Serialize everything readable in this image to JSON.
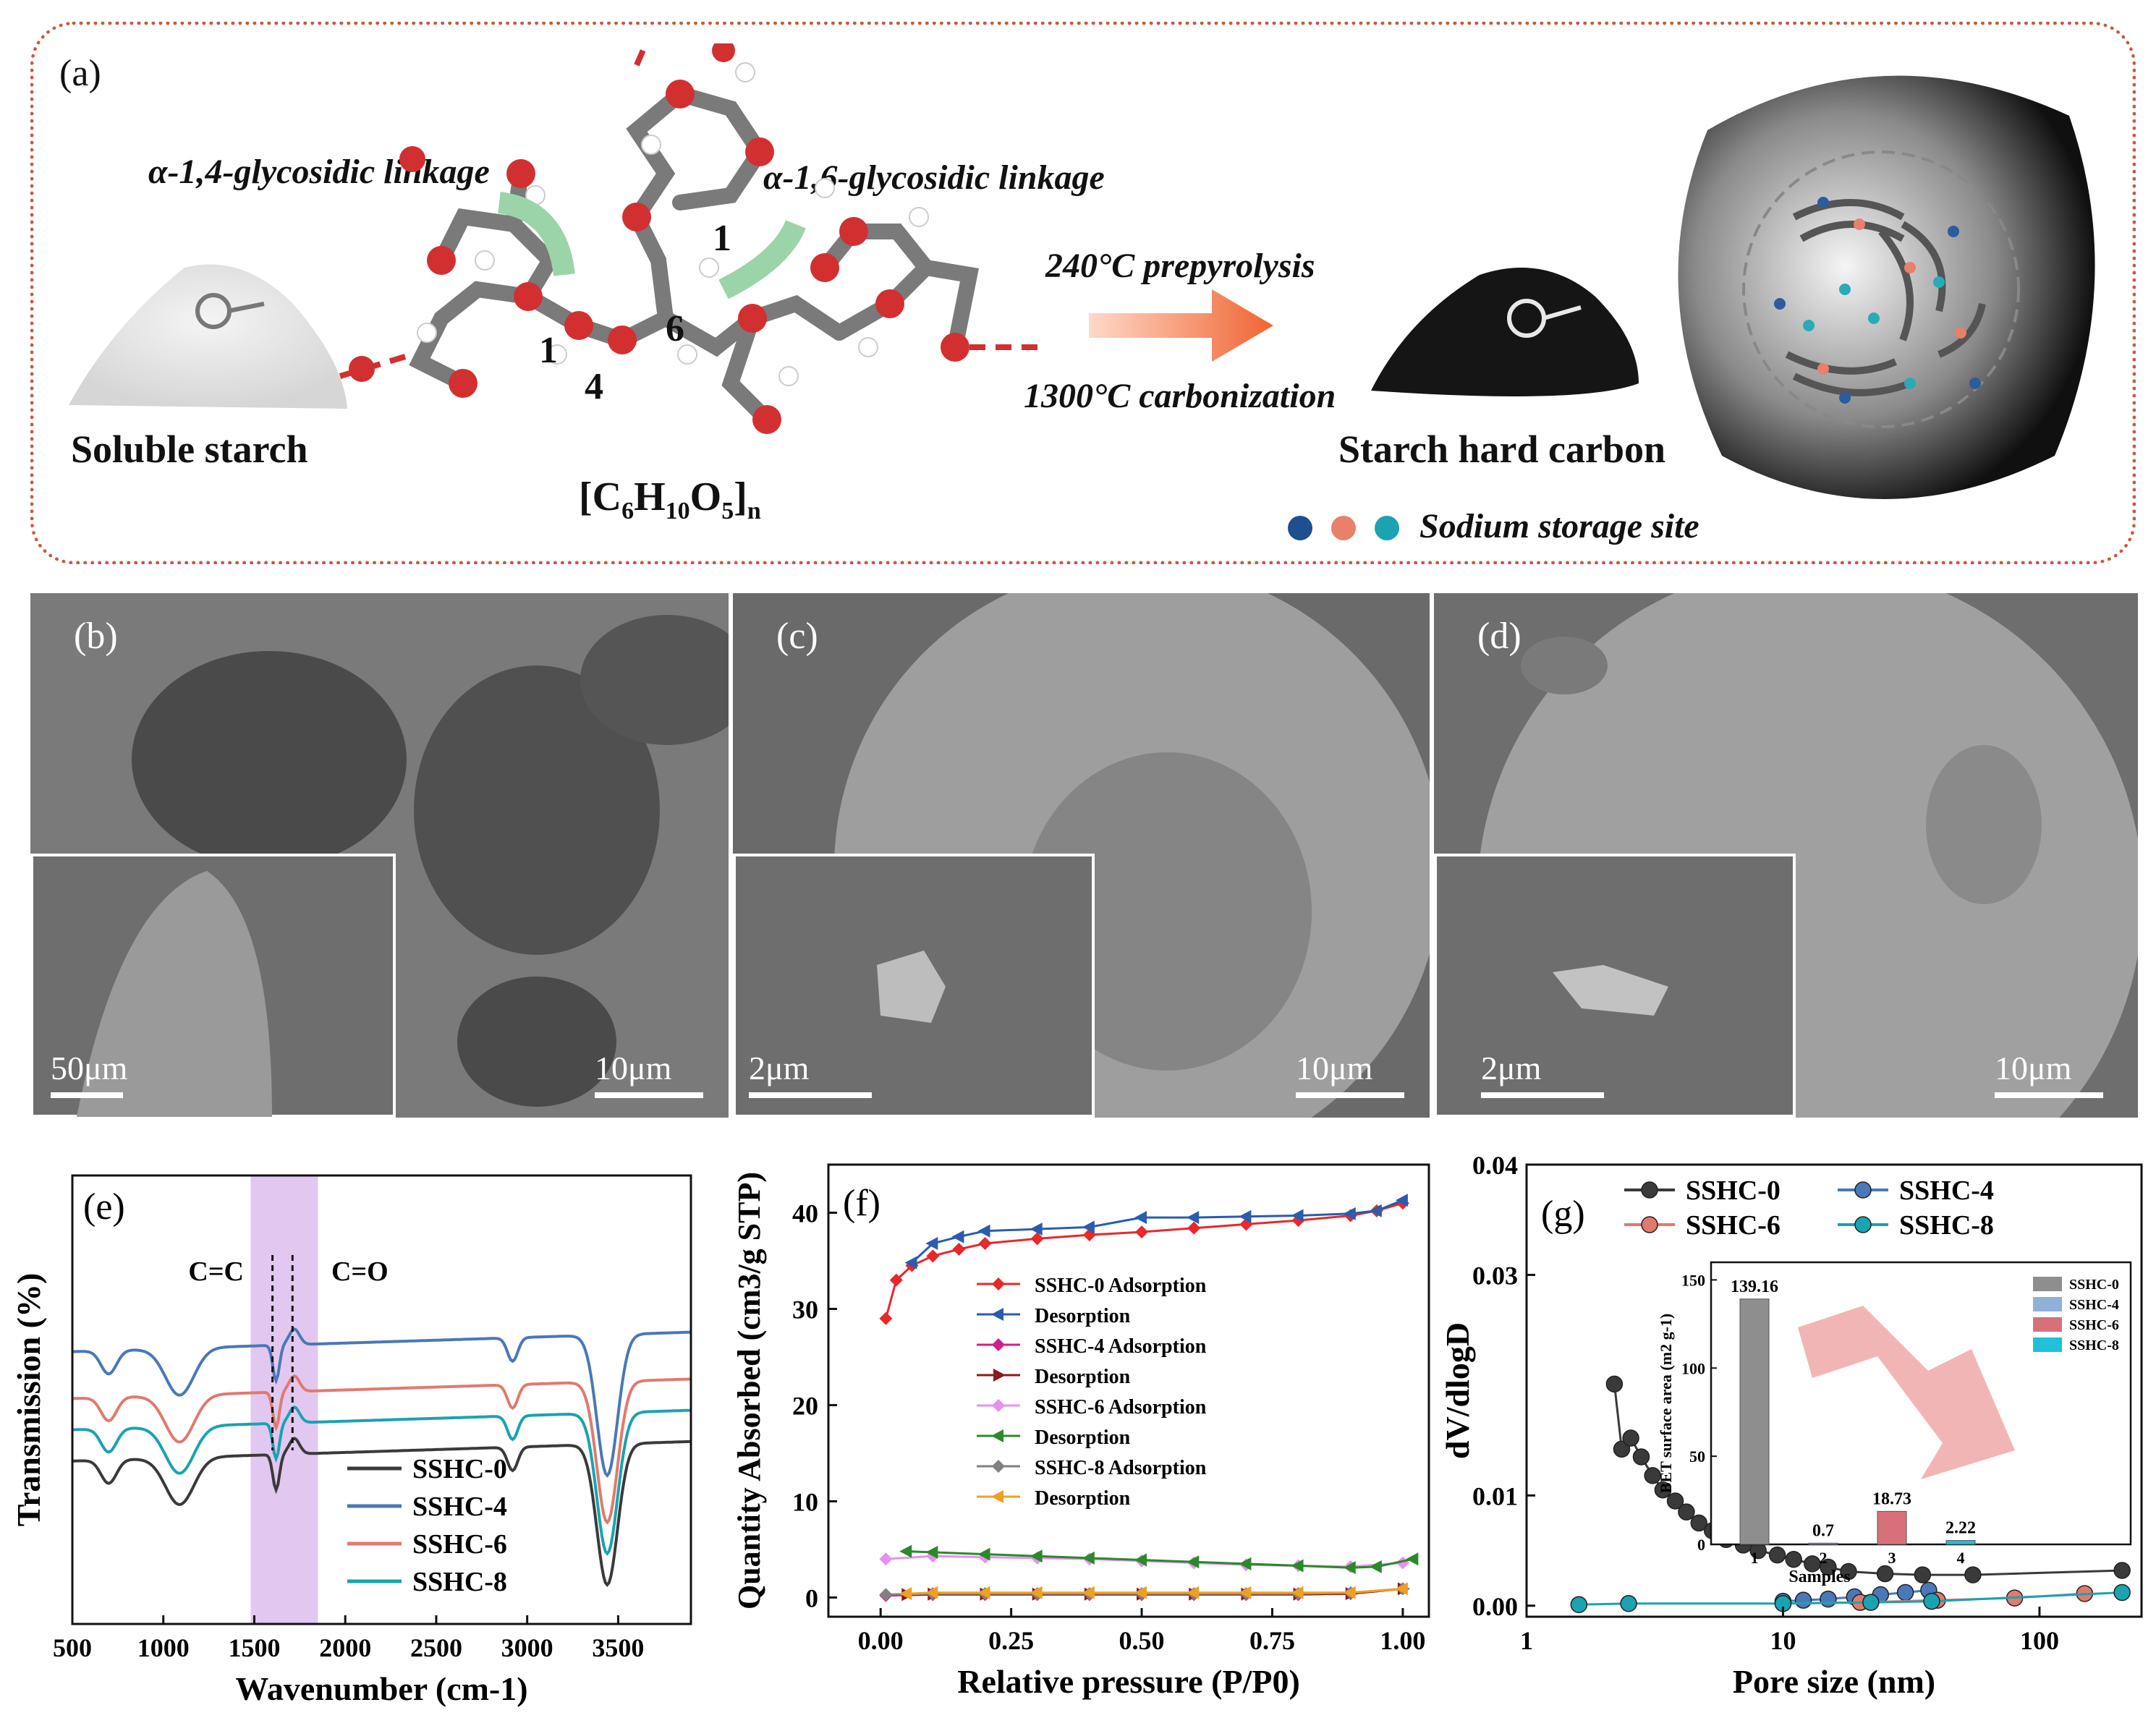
{
  "panel_a": {
    "label": "(a)",
    "alpha14": "α-1,4-glycosidic linkage",
    "alpha16": "α-1,6-glycosidic linkage",
    "starch_left": "Soluble starch",
    "formula_main": "[C",
    "formula_6": "6",
    "formula_h": "H",
    "formula_10": "10",
    "formula_o": "O",
    "formula_5": "5",
    "formula_end": "]",
    "formula_n": "n",
    "step1": "240°C prepyrolysis",
    "step2": "1300°C carbonization",
    "starch_right": "Starch hard carbon",
    "legend": "Sodium storage site",
    "num1a": "1",
    "num4": "4",
    "num6": "6",
    "num1b": "1"
  },
  "panel_b": {
    "label": "(b)",
    "inset_scale": "50μm",
    "main_scale": "10μm"
  },
  "panel_c": {
    "label": "(c)",
    "inset_scale": "2μm",
    "main_scale": "10μm"
  },
  "panel_d": {
    "label": "(d)",
    "inset_scale": "2μm",
    "main_scale": "10μm"
  },
  "chart_data": [
    {
      "panel": "(e)",
      "type": "line",
      "xlabel": "Wavenumber (cm-1)",
      "ylabel": "Transmission (%)",
      "xlim": [
        500,
        3900
      ],
      "xticks": [
        "500",
        "1000",
        "1500",
        "2000",
        "2500",
        "3000",
        "3500"
      ],
      "annotations": [
        "C=C",
        "C=O"
      ],
      "highlight_range": [
        1480,
        1850
      ],
      "series": [
        {
          "name": "SSHC-0",
          "color": "#3a3a3a"
        },
        {
          "name": "SSHC-4",
          "color": "#4a78b8"
        },
        {
          "name": "SSHC-6",
          "color": "#e07a6e"
        },
        {
          "name": "SSHC-8",
          "color": "#1aa3b0"
        }
      ]
    },
    {
      "panel": "(f)",
      "type": "line",
      "xlabel": "Relative pressure (P/P0)",
      "ylabel": "Quantity Absorbed (cm3/g STP)",
      "xlim": [
        -0.1,
        1.05
      ],
      "ylim": [
        -2,
        45
      ],
      "xticks": [
        "0.00",
        "0.25",
        "0.50",
        "0.75",
        "1.00"
      ],
      "yticks": [
        "0",
        "10",
        "20",
        "30",
        "40"
      ],
      "series": [
        {
          "name": "SSHC-0 Adsorption",
          "color": "#e8282a",
          "x": [
            0.01,
            0.03,
            0.06,
            0.1,
            0.15,
            0.2,
            0.3,
            0.4,
            0.5,
            0.6,
            0.7,
            0.8,
            0.9,
            0.95,
            1.0
          ],
          "y": [
            29,
            33,
            34.5,
            35.5,
            36.2,
            36.8,
            37.3,
            37.7,
            38,
            38.4,
            38.8,
            39.2,
            39.7,
            40.2,
            41
          ]
        },
        {
          "name": "Desorption",
          "color": "#2a5cb0",
          "x": [
            1.0,
            0.95,
            0.9,
            0.8,
            0.7,
            0.6,
            0.5,
            0.4,
            0.3,
            0.2,
            0.15,
            0.1,
            0.06
          ],
          "y": [
            41.3,
            40.2,
            39.9,
            39.7,
            39.6,
            39.5,
            39.5,
            38.5,
            38.3,
            38.1,
            37.5,
            36.8,
            34.8
          ]
        },
        {
          "name": "SSHC-4 Adsorption",
          "color": "#d0208a",
          "x": [
            0.01,
            0.1,
            0.2,
            0.3,
            0.4,
            0.5,
            0.6,
            0.7,
            0.8,
            0.9,
            1.0
          ],
          "y": [
            0.2,
            0.3,
            0.3,
            0.3,
            0.3,
            0.3,
            0.3,
            0.3,
            0.3,
            0.4,
            0.9
          ]
        },
        {
          "name": "Desorption",
          "color": "#8b1a1a",
          "x": [
            1.0,
            0.9,
            0.8,
            0.7,
            0.6,
            0.5,
            0.4,
            0.3,
            0.2,
            0.1,
            0.05
          ],
          "y": [
            0.9,
            0.4,
            0.35,
            0.35,
            0.35,
            0.35,
            0.35,
            0.35,
            0.35,
            0.35,
            0.3
          ]
        },
        {
          "name": "SSHC-6 Adsorption",
          "color": "#e890f0",
          "x": [
            0.01,
            0.1,
            0.2,
            0.3,
            0.4,
            0.5,
            0.6,
            0.7,
            0.8,
            0.9,
            1.0
          ],
          "y": [
            4,
            4.3,
            4.2,
            4.1,
            4,
            3.8,
            3.6,
            3.4,
            3.3,
            3.2,
            3.6
          ]
        },
        {
          "name": "Desorption",
          "color": "#2a8a2a",
          "x": [
            1.02,
            0.95,
            0.9,
            0.8,
            0.7,
            0.6,
            0.5,
            0.4,
            0.3,
            0.2,
            0.1,
            0.05
          ],
          "y": [
            4,
            3.2,
            3.1,
            3.3,
            3.5,
            3.7,
            3.9,
            4.1,
            4.3,
            4.5,
            4.7,
            4.8
          ]
        },
        {
          "name": "SSHC-8 Adsorption",
          "color": "#808080",
          "x": [
            0.01,
            0.1,
            0.2,
            0.3,
            0.4,
            0.5,
            0.6,
            0.7,
            0.8,
            0.9,
            1.0
          ],
          "y": [
            0.3,
            0.4,
            0.4,
            0.4,
            0.4,
            0.4,
            0.4,
            0.4,
            0.4,
            0.5,
            0.9
          ]
        },
        {
          "name": "Desorption",
          "color": "#f0a020",
          "x": [
            1.0,
            0.9,
            0.8,
            0.7,
            0.6,
            0.5,
            0.4,
            0.3,
            0.2,
            0.1,
            0.05
          ],
          "y": [
            0.9,
            0.5,
            0.5,
            0.5,
            0.5,
            0.5,
            0.5,
            0.5,
            0.5,
            0.5,
            0.4
          ]
        }
      ]
    },
    {
      "panel": "(g)",
      "type": "line",
      "xlabel": "Pore size (nm)",
      "ylabel": "dV/dlogD",
      "xscale": "log",
      "xlim": [
        1,
        250
      ],
      "ylim": [
        -0.001,
        0.04
      ],
      "xticks": [
        "1",
        "10",
        "100"
      ],
      "yticks": [
        "0.00",
        "0.01",
        "0.03",
        "0.04"
      ],
      "series": [
        {
          "name": "SSHC-0",
          "color": "#3a3a3a",
          "x": [
            2.2,
            2.35,
            2.55,
            2.8,
            3.1,
            3.4,
            3.8,
            4.2,
            4.7,
            5.3,
            6,
            7,
            8,
            9.5,
            11,
            13,
            15,
            18,
            25,
            35,
            55,
            210
          ],
          "y": [
            0.0201,
            0.0142,
            0.0152,
            0.0135,
            0.0118,
            0.0105,
            0.0095,
            0.0085,
            0.0075,
            0.0068,
            0.006,
            0.0055,
            0.005,
            0.0046,
            0.0042,
            0.0038,
            0.0035,
            0.0031,
            0.0029,
            0.0028,
            0.0028,
            0.0032
          ]
        },
        {
          "name": "SSHC-4",
          "color": "#4a78b8",
          "x": [
            10,
            12,
            15,
            19,
            24,
            30,
            37
          ],
          "y": [
            0.0004,
            0.0005,
            0.0006,
            0.0008,
            0.001,
            0.0012,
            0.0014
          ]
        },
        {
          "name": "SSHC-6",
          "color": "#e07a6e",
          "x": [
            10,
            20,
            40,
            80,
            150
          ],
          "y": [
            0.0002,
            0.0003,
            0.0005,
            0.0007,
            0.0011
          ]
        },
        {
          "name": "SSHC-8",
          "color": "#1aa3b0",
          "x": [
            1.6,
            2.5,
            10,
            22,
            38,
            210
          ],
          "y": [
            0.0001,
            0.0002,
            0.0002,
            0.0003,
            0.0004,
            0.0012
          ]
        }
      ],
      "inset": {
        "type": "bar",
        "xlabel": "Samples",
        "ylabel": "BET surface area (m2 g-1)",
        "categories": [
          "1",
          "2",
          "3",
          "4"
        ],
        "values": [
          139.16,
          0.7,
          18.73,
          2.22
        ],
        "value_labels": [
          "139.16",
          "0.7",
          "18.73",
          "2.22"
        ],
        "yticks": [
          "0",
          "50",
          "100",
          "150"
        ],
        "ylim": [
          0,
          160
        ],
        "legend": [
          "SSHC-0",
          "SSHC-4",
          "SSHC-6",
          "SSHC-8"
        ],
        "colors": [
          "#8e8e8e",
          "#8fb0d8",
          "#d8707a",
          "#20c0d8"
        ]
      }
    }
  ]
}
